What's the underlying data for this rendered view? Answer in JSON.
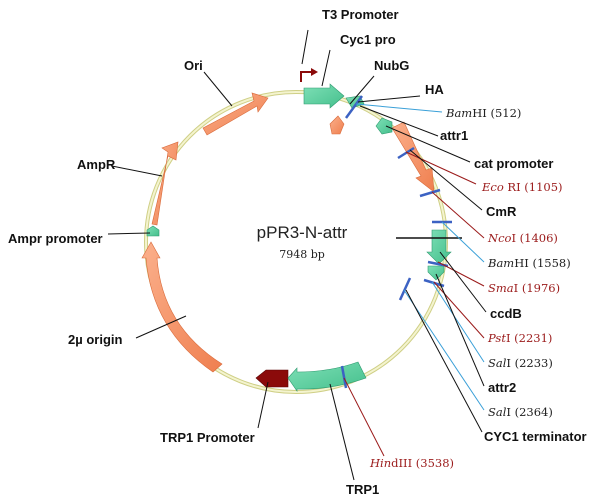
{
  "plasmid": {
    "name": "pPR3-N-attr",
    "size": "7948 bp"
  },
  "colors": {
    "backbone": "#e7e7a6",
    "feature_orange": "#f7956a",
    "feature_green": "#5fcfa1",
    "promoter_darkred": "#8b0a0a",
    "site_blue": "#3c62c3",
    "site_text_red": "#9b1b1b"
  },
  "features": {
    "t3_promoter": "T3 Promoter",
    "cyc1_pro": "Cyc1 pro",
    "nubg": "NubG",
    "ha": "HA",
    "attr1": "attr1",
    "cat_promoter": "cat promoter",
    "cmr": "CmR",
    "ccdb": "ccdB",
    "attr2": "attr2",
    "cyc1_terminator": "CYC1 terminator",
    "trp1": "TRP1",
    "trp1_promoter": "TRP1 Promoter",
    "two_mu_origin": "2µ origin",
    "ampr_promoter": "Ampr promoter",
    "ampr": "AmpR",
    "ori": "Ori"
  },
  "sites": {
    "bamhi_512": {
      "name": "Bam",
      "suffix": "HI",
      "pos": " (512)"
    },
    "ecori_1105": {
      "name": "Eco",
      "suffix": " RI",
      "pos": " (1105)"
    },
    "ncoi_1406": {
      "name": "Nco",
      "suffix": "I",
      "pos": " (1406)"
    },
    "bamhi_1558": {
      "name": "Bam",
      "suffix": "HI",
      "pos": " (1558)"
    },
    "smai_1976": {
      "name": "Sma",
      "suffix": "I",
      "pos": " (1976)"
    },
    "psti_2231": {
      "name": "Pst",
      "suffix": "I",
      "pos": " (2231)"
    },
    "sali_2233": {
      "name": "Sal",
      "suffix": "I",
      "pos": " (2233)"
    },
    "sali_2364": {
      "name": "Sal",
      "suffix": "I",
      "pos": " (2364)"
    },
    "hindiii_3538": {
      "name": "Hin",
      "suffix": "dIII",
      "pos": " (3538)"
    }
  }
}
